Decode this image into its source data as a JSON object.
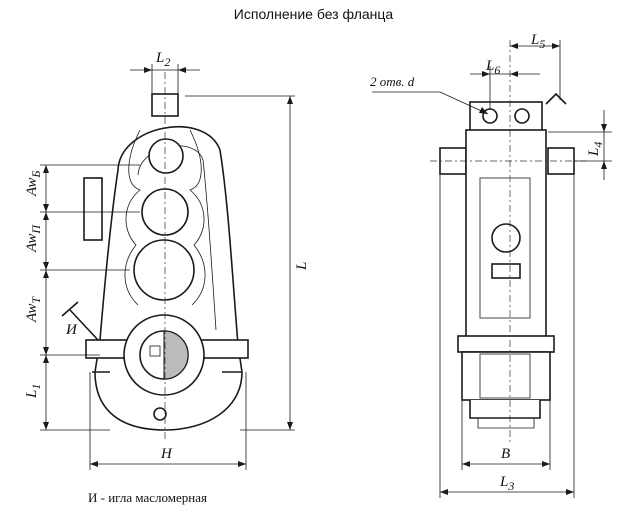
{
  "title": "Исполнение без фланца",
  "dimensions": {
    "L2": "L",
    "L2_sub": "2",
    "L": "L",
    "Awb_main": "Aw",
    "Awb_sub": "Б",
    "Awp_main": "Aw",
    "Awp_sub": "П",
    "Awt_main": "Aw",
    "Awt_sub": "Т",
    "L1": "L",
    "L1_sub": "1",
    "H": "H",
    "I": "И",
    "L5": "L",
    "L5_sub": "5",
    "L6": "L",
    "L6_sub": "6",
    "holes": "2 отв. d",
    "L4": "L",
    "L4_sub": "4",
    "B": "B",
    "L3": "L",
    "L3_sub": "3"
  },
  "legend_note": "И - игла масломерная"
}
